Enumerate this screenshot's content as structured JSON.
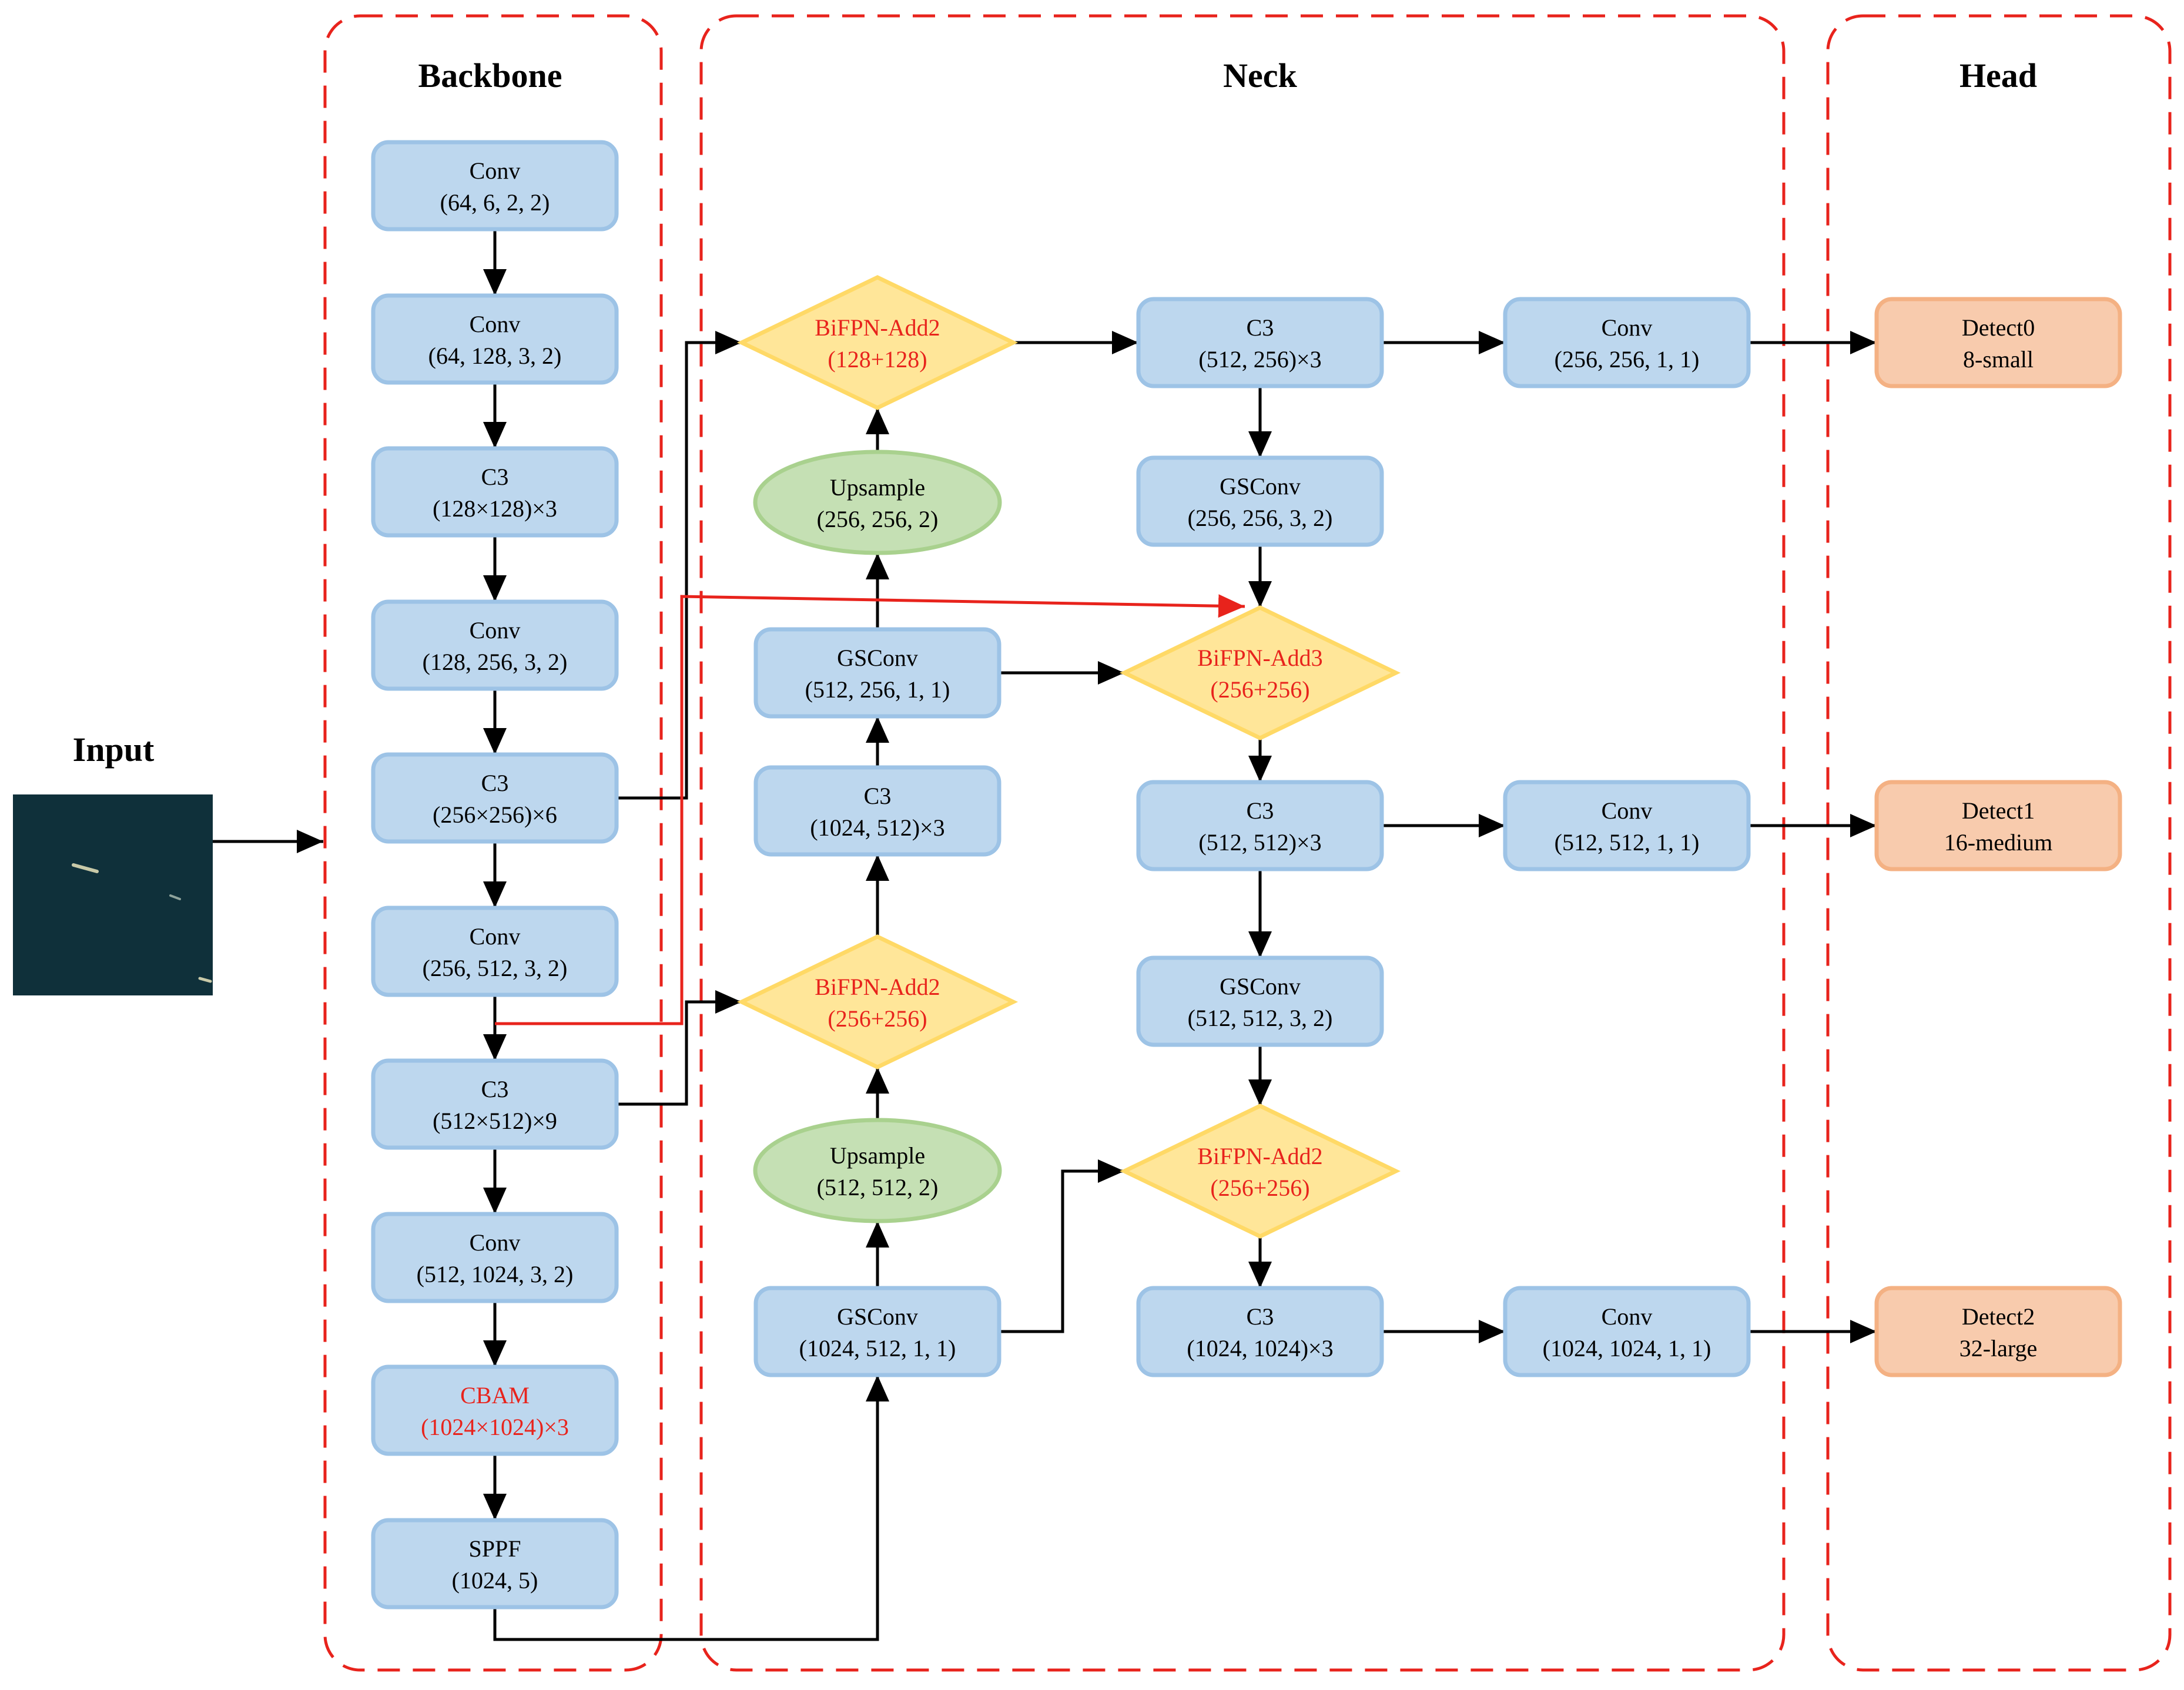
{
  "sections": {
    "input": "Input",
    "backbone": "Backbone",
    "neck": "Neck",
    "head": "Head"
  },
  "colors": {
    "dashed_border": "#e8231c",
    "blue_fill": "#bdd7ee",
    "blue_stroke": "#9dc3e6",
    "yellow_fill": "#ffe699",
    "yellow_stroke": "#ffd966",
    "green_fill": "#c5e0b4",
    "green_stroke": "#a9d18e",
    "orange_fill": "#f8cbad",
    "orange_stroke": "#f4b183",
    "red_text": "#e8231c",
    "arrow": "#000000",
    "red_arrow": "#e8231c"
  },
  "backbone": {
    "b1": {
      "name": "Conv",
      "params": "(64, 6, 2, 2)"
    },
    "b2": {
      "name": "Conv",
      "params": "(64, 128, 3, 2)"
    },
    "b3": {
      "name": "C3",
      "params": "(128×128)×3"
    },
    "b4": {
      "name": "Conv",
      "params": "(128, 256, 3, 2)"
    },
    "b5": {
      "name": "C3",
      "params": "(256×256)×6"
    },
    "b6": {
      "name": "Conv",
      "params": "(256, 512, 3, 2)"
    },
    "b7": {
      "name": "C3",
      "params": "(512×512)×9"
    },
    "b8": {
      "name": "Conv",
      "params": "(512, 1024, 3, 2)"
    },
    "b9": {
      "name": "CBAM",
      "params": "(1024×1024)×3"
    },
    "b10": {
      "name": "SPPF",
      "params": "(1024, 5)"
    }
  },
  "neck": {
    "n_bifpn_top": {
      "name": "BiFPN-Add2",
      "params": "(128+128)"
    },
    "n_up1": {
      "name": "Upsample",
      "params": "(256, 256, 2)"
    },
    "n_gsconv1": {
      "name": "GSConv",
      "params": "(512, 256, 1, 1)"
    },
    "n_c3_1": {
      "name": "C3",
      "params": "(1024, 512)×3"
    },
    "n_bifpn_mid": {
      "name": "BiFPN-Add2",
      "params": "(256+256)"
    },
    "n_up2": {
      "name": "Upsample",
      "params": "(512, 512, 2)"
    },
    "n_gsconv2": {
      "name": "GSConv",
      "params": "(1024, 512, 1, 1)"
    },
    "m_c3_1": {
      "name": "C3",
      "params": "(512, 256)×3"
    },
    "m_gsconv1": {
      "name": "GSConv",
      "params": "(256, 256, 3, 2)"
    },
    "m_bifpn3": {
      "name": "BiFPN-Add3",
      "params": "(256+256)"
    },
    "m_c3_2": {
      "name": "C3",
      "params": "(512, 512)×3"
    },
    "m_gsconv2": {
      "name": "GSConv",
      "params": "(512, 512, 3, 2)"
    },
    "m_bifpn2": {
      "name": "BiFPN-Add2",
      "params": "(256+256)"
    },
    "m_c3_3": {
      "name": "C3",
      "params": "(1024, 1024)×3"
    },
    "r_conv1": {
      "name": "Conv",
      "params": "(256, 256, 1, 1)"
    },
    "r_conv2": {
      "name": "Conv",
      "params": "(512, 512, 1, 1)"
    },
    "r_conv3": {
      "name": "Conv",
      "params": "(1024, 1024, 1, 1)"
    }
  },
  "head": {
    "h0": {
      "name": "Detect0",
      "params": "8-small"
    },
    "h1": {
      "name": "Detect1",
      "params": "16-medium"
    },
    "h2": {
      "name": "Detect2",
      "params": "32-large"
    }
  }
}
